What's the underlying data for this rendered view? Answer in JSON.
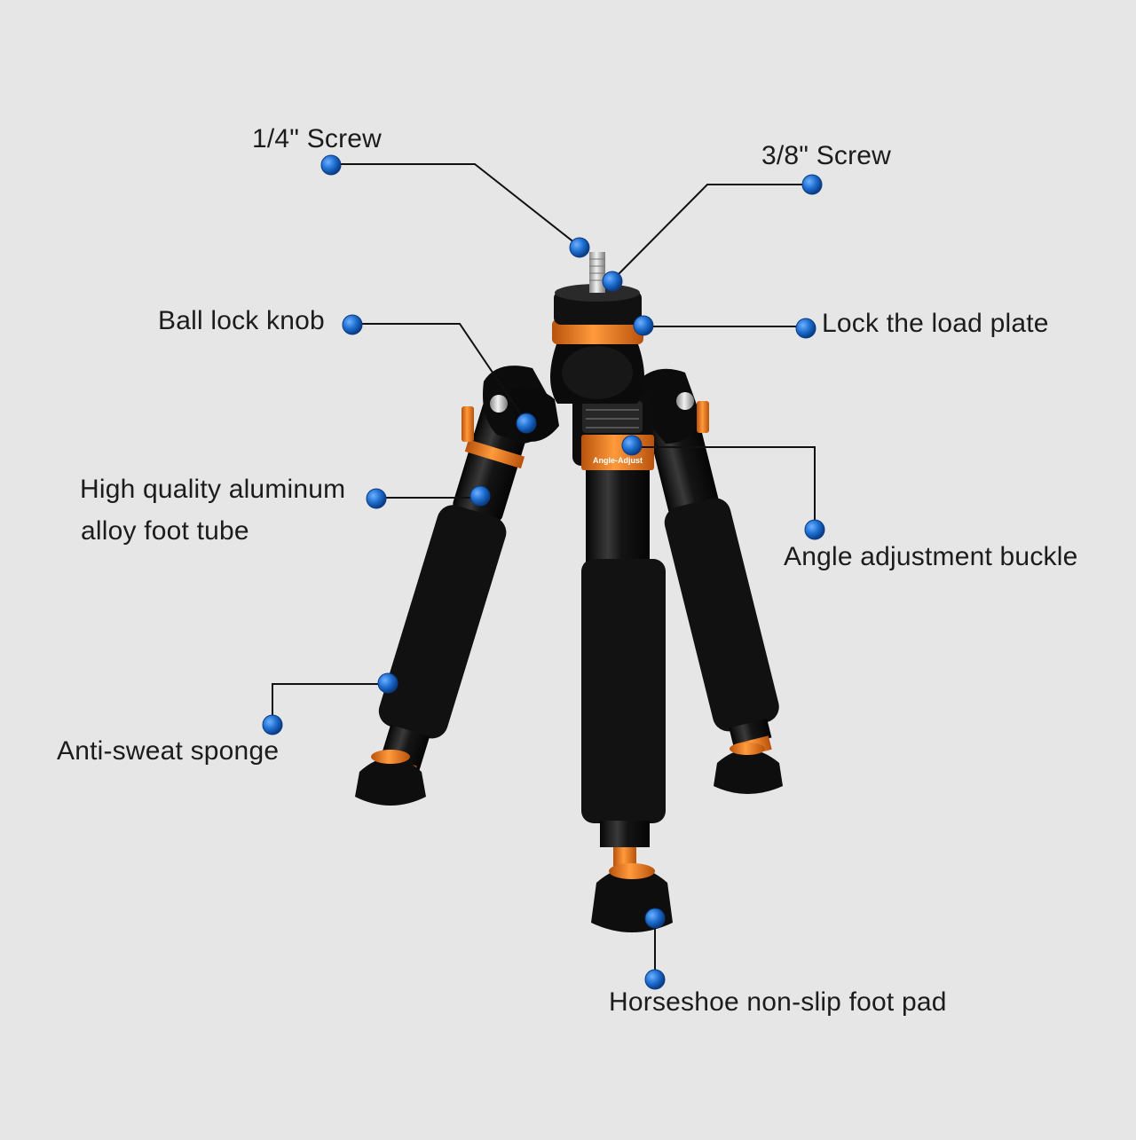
{
  "diagram": {
    "labels": {
      "quarter_screw": "1/4\" Screw",
      "three_eighth_screw": "3/8\" Screw",
      "ball_lock_knob": "Ball lock knob",
      "lock_load_plate": "Lock the load plate",
      "foot_tube_line1": "High quality aluminum",
      "foot_tube_line2": "alloy foot tube",
      "angle_buckle": "Angle adjustment buckle",
      "anti_sweat": "Anti-sweat sponge",
      "foot_pad": "Horseshoe non-slip foot pad",
      "buckle_plate_text": "Angle-Adjust"
    },
    "colors": {
      "background": "#e6e6e6",
      "dot": "#1e6fd0",
      "accent_orange": "#e8731c",
      "tripod_black": "#0d0d0d"
    }
  }
}
